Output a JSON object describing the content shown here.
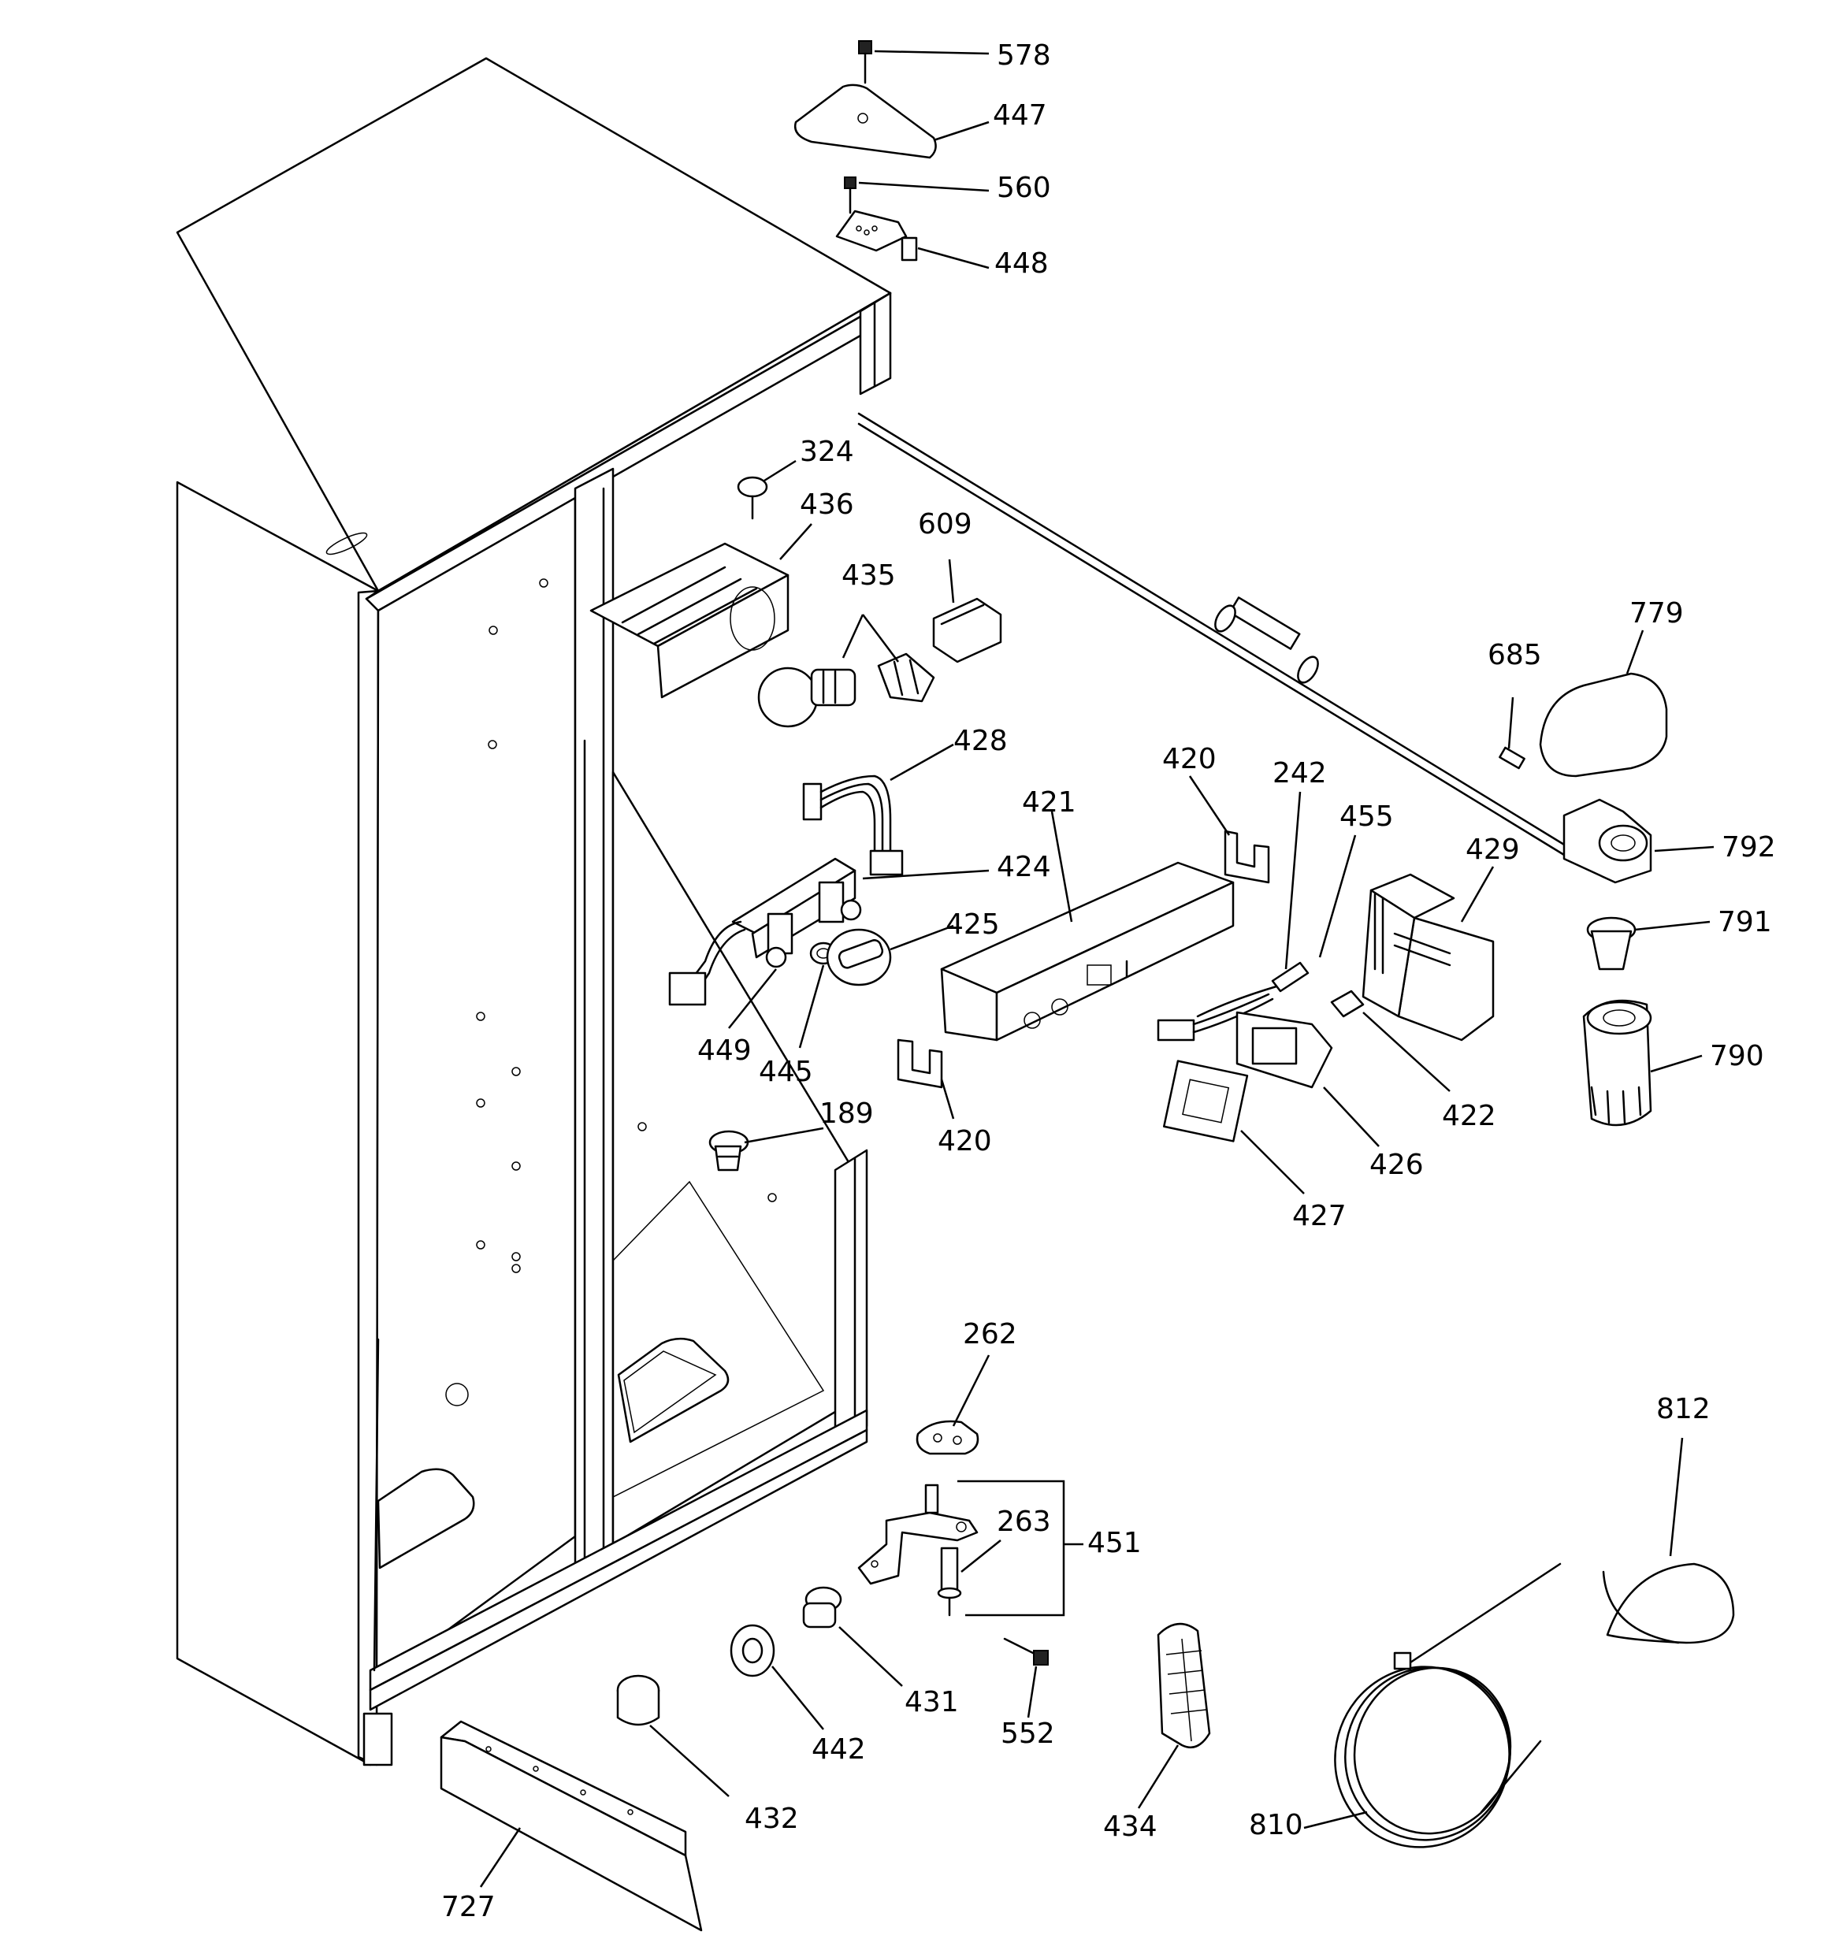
{
  "callouts": {
    "c578": "578",
    "c447": "447",
    "c560": "560",
    "c448": "448",
    "c324": "324",
    "c436": "436",
    "c609": "609",
    "c435": "435",
    "c779": "779",
    "c685": "685",
    "c420a": "420",
    "c242": "242",
    "c455": "455",
    "c429": "429",
    "c792": "792",
    "c428": "428",
    "c421": "421",
    "c424": "424",
    "c425": "425",
    "c791": "791",
    "c790": "790",
    "c449": "449",
    "c445": "445",
    "c420b": "420",
    "c422": "422",
    "c426": "426",
    "c427": "427",
    "c189": "189",
    "c262": "262",
    "c263": "263",
    "c451": "451",
    "c812": "812",
    "c431": "431",
    "c442": "442",
    "c552": "552",
    "c432": "432",
    "c434": "434",
    "c810": "810",
    "c727": "727"
  }
}
